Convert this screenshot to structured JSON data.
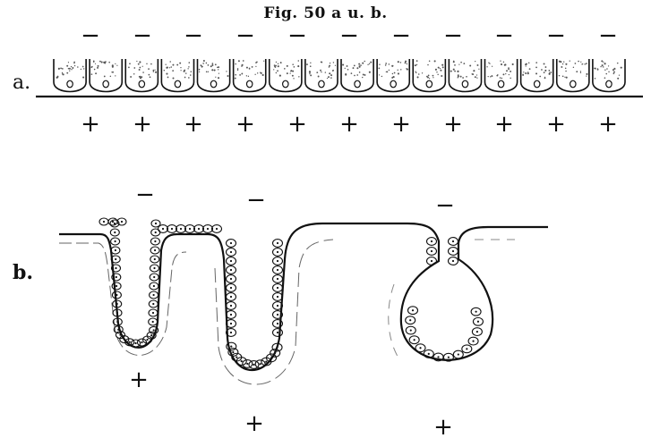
{
  "figure": {
    "title": "Fig. 50 a u. b.",
    "label_a": "a.",
    "label_b": "b."
  },
  "panel_a": {
    "cell_count": 16,
    "signs_above": [
      "−",
      "−",
      "−",
      "−",
      "−",
      "−",
      "−",
      "−",
      "−",
      "−",
      "−"
    ],
    "signs_below": [
      "+",
      "+",
      "+",
      "+",
      "+",
      "+",
      "+",
      "+",
      "+",
      "+",
      "+"
    ]
  },
  "panel_b": {
    "signs_above": [
      "−",
      "−",
      "−"
    ],
    "signs_below": [
      "+",
      "+",
      "+"
    ]
  },
  "colors": {
    "ink": "#111111",
    "stipple": "#555555",
    "background": "#ffffff"
  }
}
